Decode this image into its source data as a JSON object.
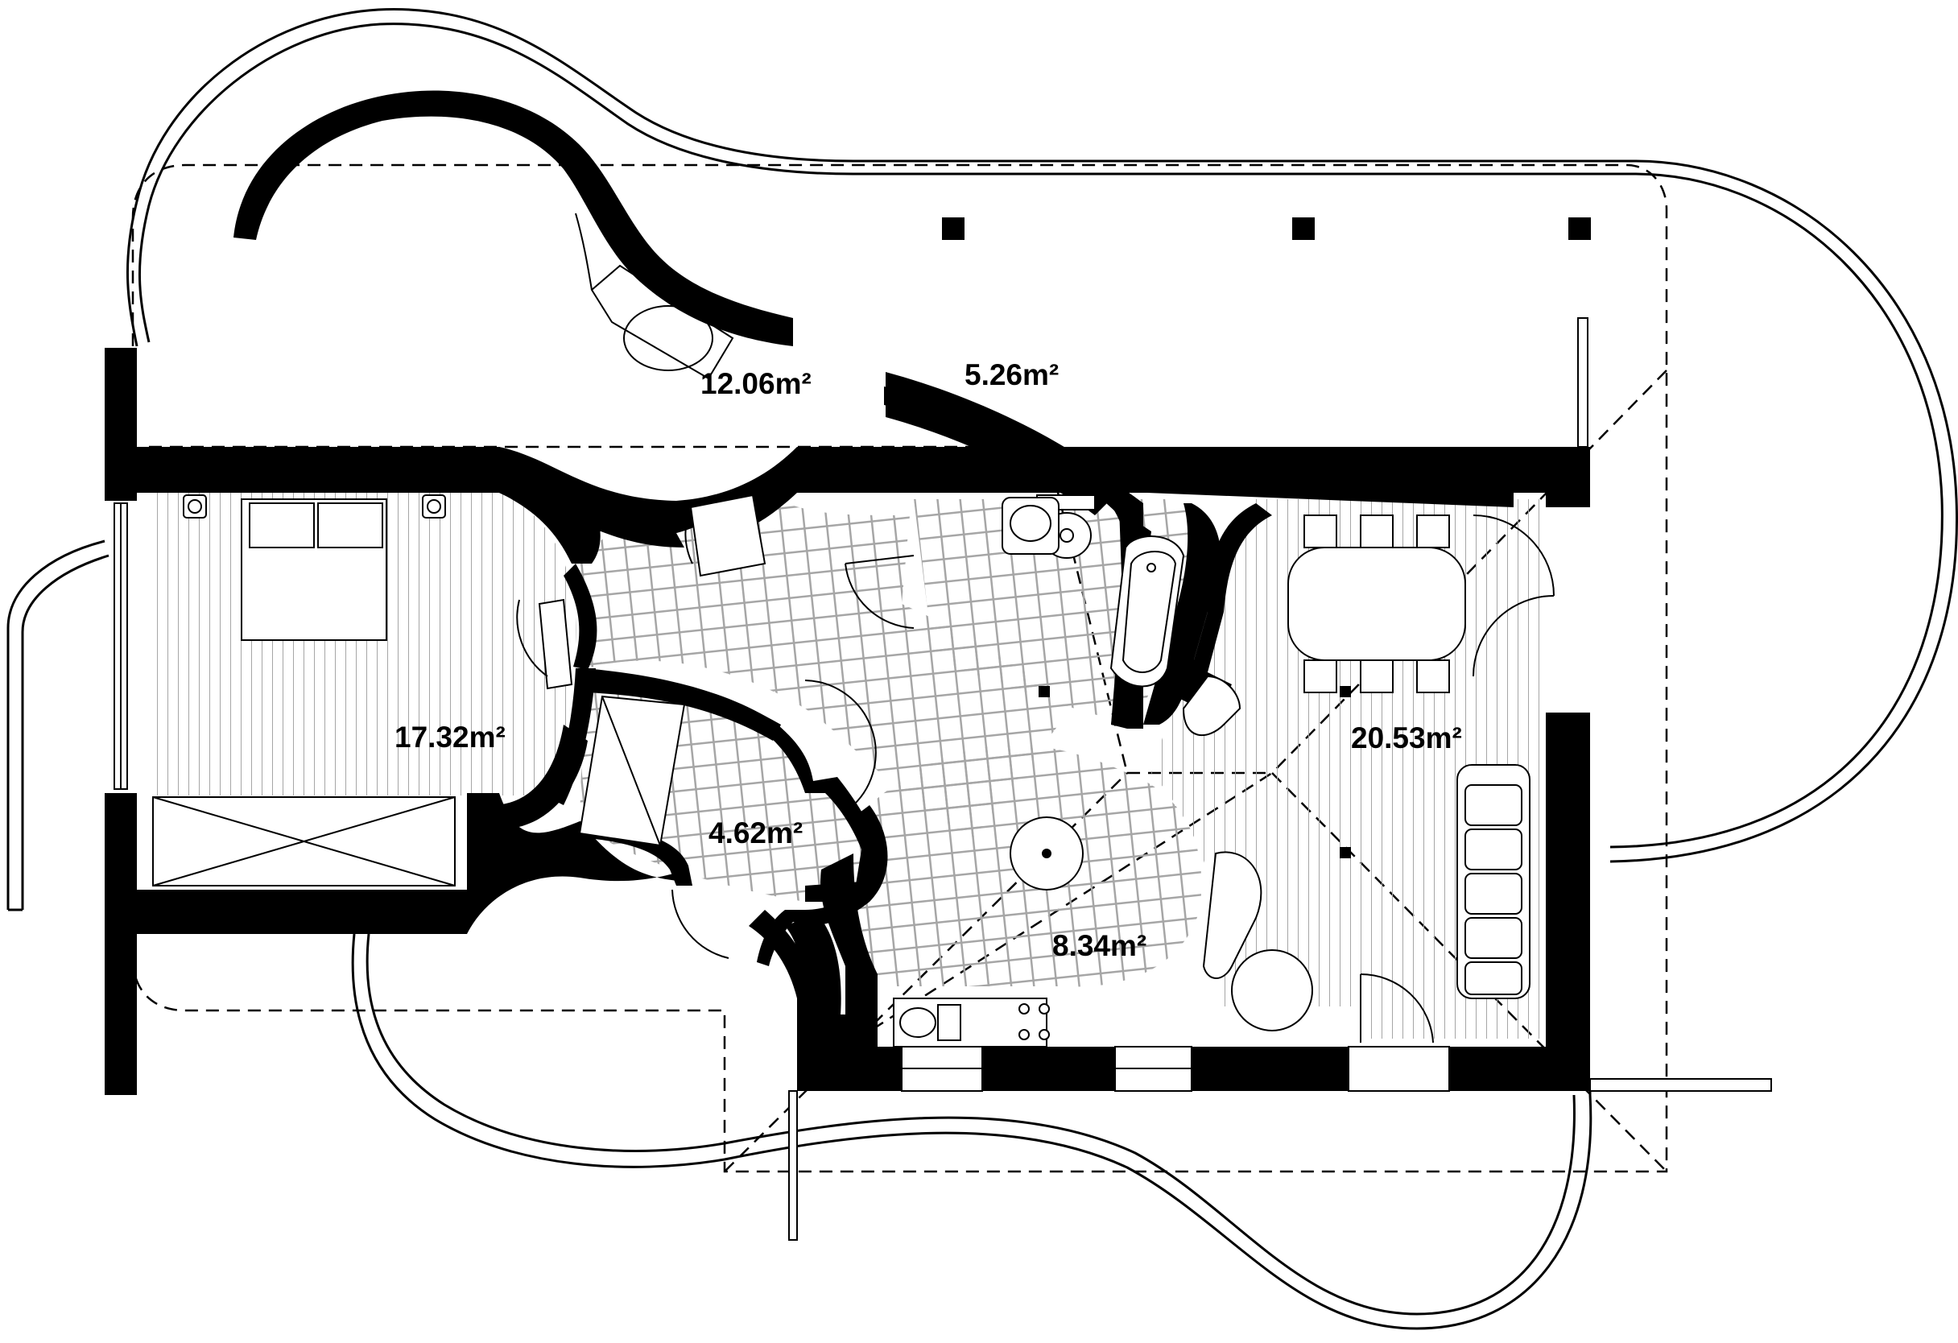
{
  "plan": {
    "rooms": [
      {
        "id": "bedroom",
        "area_label": "17.32m²",
        "floor": "planks"
      },
      {
        "id": "hall",
        "area_label": "12.06m²",
        "floor": "tiles"
      },
      {
        "id": "bathroom",
        "area_label": "5.26m²",
        "floor": "tiles"
      },
      {
        "id": "wardrobe",
        "area_label": "4.62m²",
        "floor": "tiles"
      },
      {
        "id": "kitchen",
        "area_label": "8.34m²",
        "floor": "tiles"
      },
      {
        "id": "living-room",
        "area_label": "20.53m²",
        "floor": "planks"
      }
    ],
    "colors": {
      "wall": "#000000",
      "line": "#000000",
      "tile_grid": "#a6a6a6",
      "plank_hatch": "#a6a6a6",
      "background": "#ffffff"
    }
  }
}
